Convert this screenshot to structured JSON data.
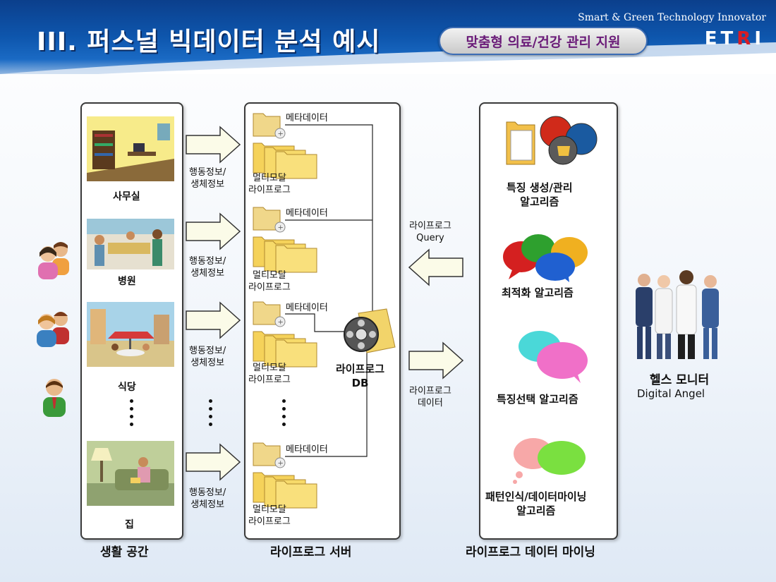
{
  "header": {
    "title": "III. 퍼스널 빅데이터 분석 예시",
    "subtitle": "맞춤형 의료/건강 관리 지원",
    "tagline": "Smart & Green Technology Innovator",
    "logo_left": "ET",
    "logo_r": "R",
    "logo_right": "I"
  },
  "spaces": {
    "places": [
      "사무실",
      "병원",
      "식당",
      "집"
    ],
    "label": "생활 공간"
  },
  "flow": {
    "info_line1": "행동정보/",
    "info_line2": "생체정보"
  },
  "server": {
    "meta": "메타데이터",
    "multi_line1": "멀티모달",
    "multi_line2": "라이프로그",
    "db_line1": "라이프로그",
    "db_line2": "DB",
    "label": "라이프로그 서버"
  },
  "exchange": {
    "query_line1": "라이프로그",
    "query_line2": "Query",
    "data_line1": "라이프로그",
    "data_line2": "데이터"
  },
  "mining": {
    "algo1_line1": "특징 생성/관리",
    "algo1_line2": "알고리즘",
    "algo2": "최적화 알고리즘",
    "algo3": "특징선택 알고리즘",
    "algo4_line1": "패턴인식/데이터마이닝",
    "algo4_line2": "알고리즘",
    "label": "라이프로그 데이터 마이닝"
  },
  "monitor": {
    "title": "헬스 모니터",
    "subtitle": "Digital Angel"
  }
}
